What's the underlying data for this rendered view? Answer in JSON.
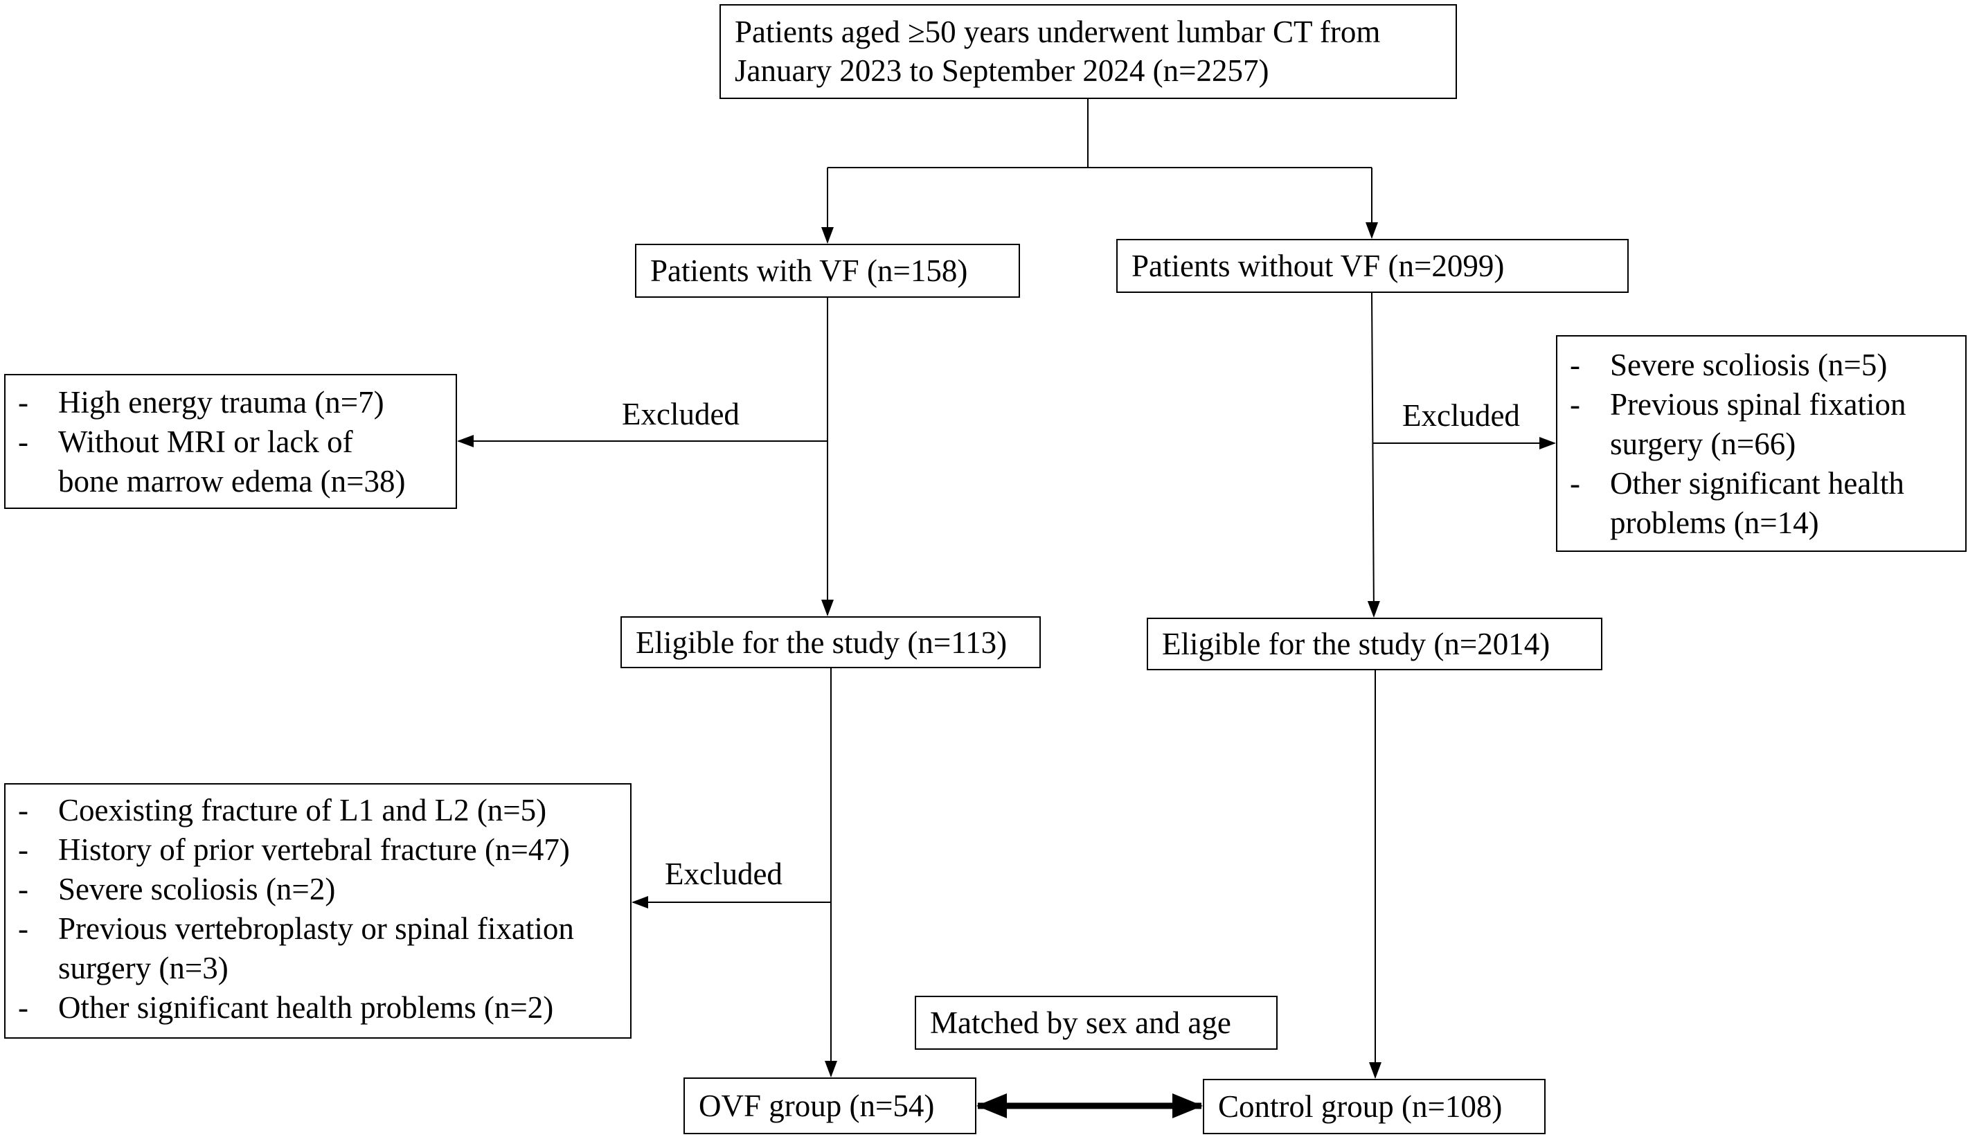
{
  "start": {
    "line1": "Patients aged ≥50 years underwent lumbar CT from",
    "line2": "January 2023 to September 2024 (n=2257)"
  },
  "vf_branch": {
    "cohort": "Patients with VF (n=158)",
    "excluded_label_1": "Excluded",
    "exclusions_1": [
      {
        "bullet": "-",
        "line1": "High energy trauma (n=7)",
        "line2": ""
      },
      {
        "bullet": "-",
        "line1": "Without MRI or lack of",
        "line2": "bone marrow edema (n=38)"
      }
    ],
    "eligible": "Eligible for the study (n=113)",
    "excluded_label_2": "Excluded",
    "exclusions_2": [
      {
        "bullet": "-",
        "line1": "Coexisting fracture of L1 and L2 (n=5)",
        "line2": ""
      },
      {
        "bullet": "-",
        "line1": "History of prior vertebral fracture (n=47)",
        "line2": ""
      },
      {
        "bullet": "-",
        "line1": "Severe scoliosis (n=2)",
        "line2": ""
      },
      {
        "bullet": "-",
        "line1": "Previous vertebroplasty or spinal fixation",
        "line2": "surgery (n=3)"
      },
      {
        "bullet": "-",
        "line1": "Other significant health problems (n=2)",
        "line2": ""
      }
    ],
    "final": "OVF group (n=54)"
  },
  "no_vf_branch": {
    "cohort": "Patients without VF (n=2099)",
    "excluded_label": "Excluded",
    "exclusions": [
      {
        "bullet": "-",
        "line1": "Severe scoliosis (n=5)",
        "line2": ""
      },
      {
        "bullet": "-",
        "line1": "Previous spinal fixation",
        "line2": "surgery (n=66)"
      },
      {
        "bullet": "-",
        "line1": "Other significant health",
        "line2": "problems (n=14)"
      }
    ],
    "eligible": "Eligible for the study (n=2014)",
    "final": "Control group (n=108)"
  },
  "matching": "Matched by sex and age"
}
